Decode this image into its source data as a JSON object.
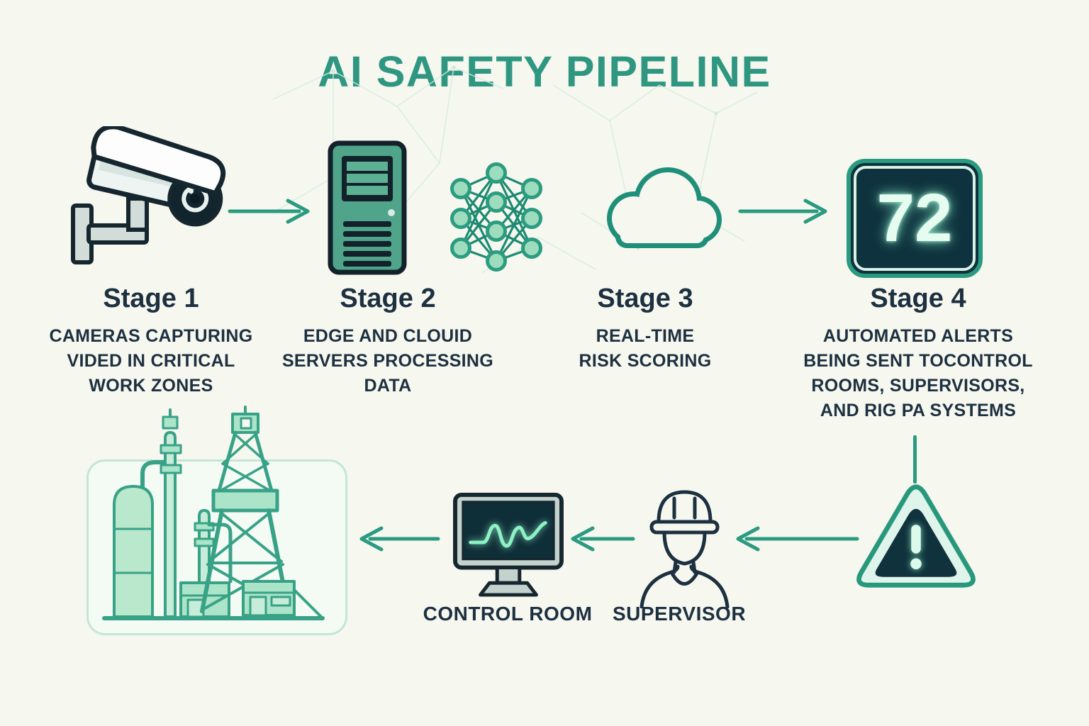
{
  "title": "AI SAFETY PIPELINE",
  "colors": {
    "background": "#f6f7ef",
    "accent_teal": "#2a9a80",
    "title_teal": "#2f9781",
    "dark_navy": "#1d3040",
    "dark_panel": "#0e323e",
    "mint_glow": "#d9f8ea",
    "server_green": "#4fa489",
    "rig_stroke_green": "#38a287",
    "rig_fill_green": "#abe4c8"
  },
  "stages": [
    {
      "label": "Stage 1",
      "description": "CAMERAS CAPTURING\nVIDED IN CRITICAL\nWORK ZONES",
      "icon": "cctv-camera-icon"
    },
    {
      "label": "Stage 2",
      "description": "EDGE AND CLOUID\nSERVERS PROCESSING\nDATA",
      "icon": "server-icon"
    },
    {
      "label": "Stage 3",
      "description": "REAL-TIME\nRISK SCORING",
      "icon": "neural-network-cloud-icon"
    },
    {
      "label": "Stage 4",
      "description": "AUTOMATED ALERTS\nBEING SENT TOCONTROL\nROOMS, SUPERVISORS,\nAND RIG PA SYSTEMS",
      "icon": "risk-score-display-icon",
      "risk_score": "72"
    }
  ],
  "bottom_row": {
    "alert_icon": "warning-triangle-icon",
    "supervisor": {
      "label": "SUPERVISOR",
      "icon": "supervisor-icon"
    },
    "control_room": {
      "label": "CONTROL ROOM",
      "icon": "control-room-monitor-icon"
    },
    "facility_icon": "oil-rig-illustration"
  }
}
